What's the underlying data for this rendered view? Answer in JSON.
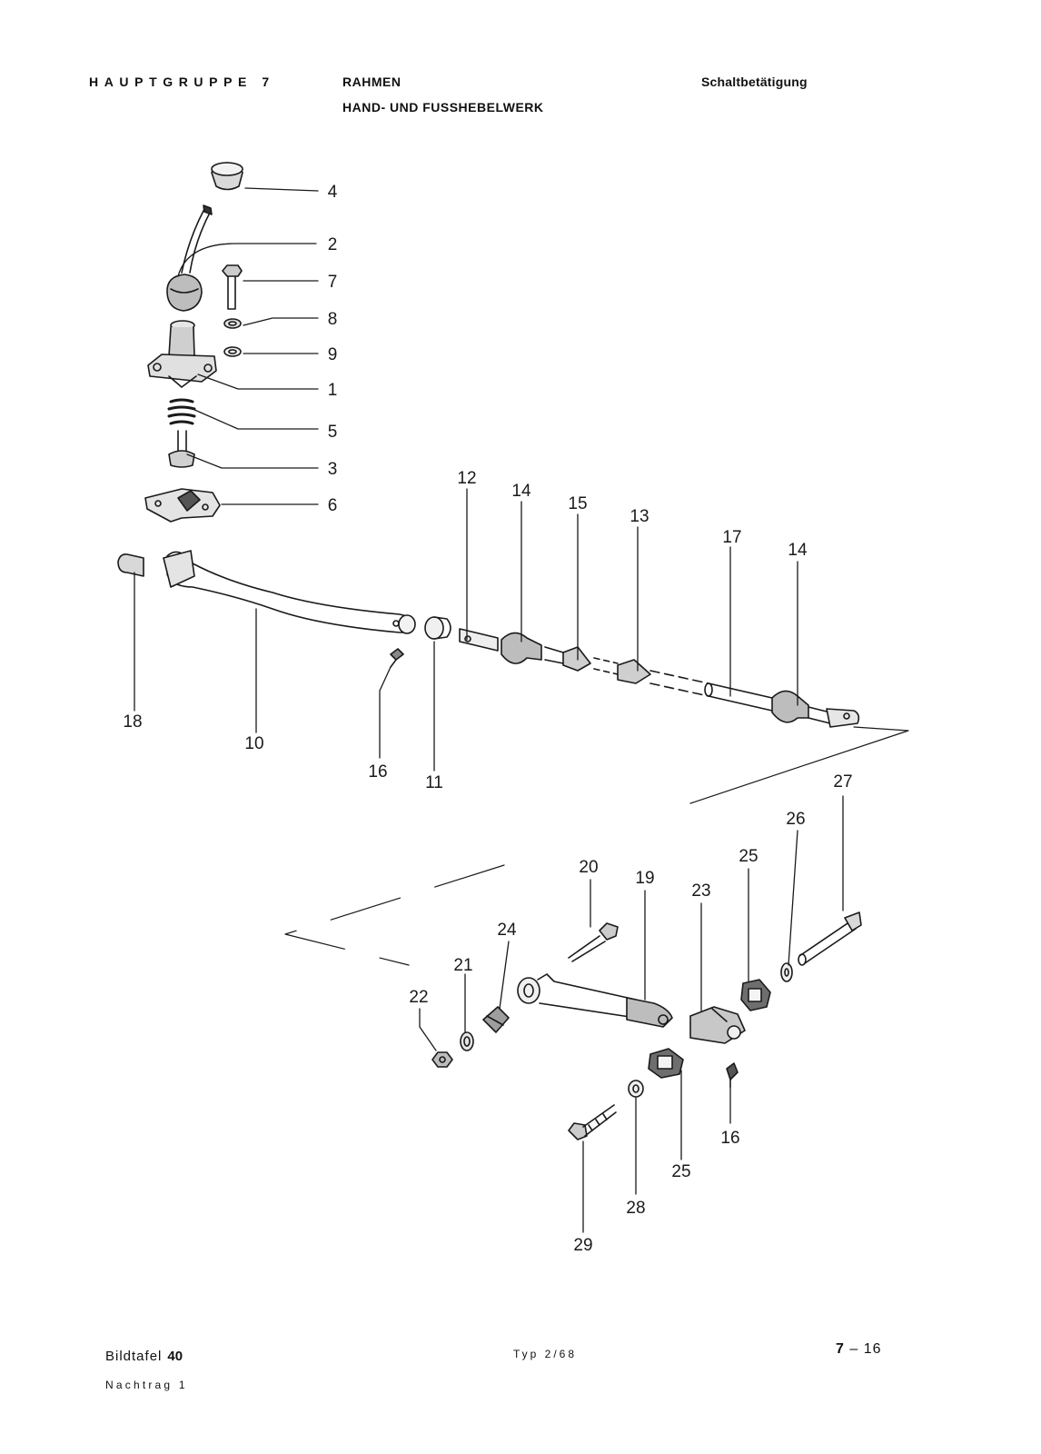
{
  "header": {
    "group": "HAUPTGRUPPE 7",
    "section": "RAHMEN",
    "subsection": "HAND- UND FUSSHEBELWERK",
    "topic": "Schaltbetätigung"
  },
  "callouts": [
    {
      "id": "c4",
      "label": "4"
    },
    {
      "id": "c2",
      "label": "2"
    },
    {
      "id": "c7",
      "label": "7"
    },
    {
      "id": "c8",
      "label": "8"
    },
    {
      "id": "c9",
      "label": "9"
    },
    {
      "id": "c1",
      "label": "1"
    },
    {
      "id": "c5",
      "label": "5"
    },
    {
      "id": "c3",
      "label": "3"
    },
    {
      "id": "c6",
      "label": "6"
    },
    {
      "id": "c12",
      "label": "12"
    },
    {
      "id": "c14a",
      "label": "14"
    },
    {
      "id": "c15",
      "label": "15"
    },
    {
      "id": "c13",
      "label": "13"
    },
    {
      "id": "c17",
      "label": "17"
    },
    {
      "id": "c14b",
      "label": "14"
    },
    {
      "id": "c18",
      "label": "18"
    },
    {
      "id": "c10",
      "label": "10"
    },
    {
      "id": "c16a",
      "label": "16"
    },
    {
      "id": "c11",
      "label": "11"
    },
    {
      "id": "c27",
      "label": "27"
    },
    {
      "id": "c26",
      "label": "26"
    },
    {
      "id": "c25a",
      "label": "25"
    },
    {
      "id": "c20",
      "label": "20"
    },
    {
      "id": "c19",
      "label": "19"
    },
    {
      "id": "c23",
      "label": "23"
    },
    {
      "id": "c24",
      "label": "24"
    },
    {
      "id": "c21",
      "label": "21"
    },
    {
      "id": "c22",
      "label": "22"
    },
    {
      "id": "c16b",
      "label": "16"
    },
    {
      "id": "c25b",
      "label": "25"
    },
    {
      "id": "c28",
      "label": "28"
    },
    {
      "id": "c29",
      "label": "29"
    }
  ],
  "footer": {
    "plate_label": "Bildtafel",
    "plate_number": "40",
    "supplement": "Nachtrag 1",
    "type": "Typ 2/68",
    "page_prefix": "7",
    "page_dash": "–",
    "page_number": "16"
  }
}
